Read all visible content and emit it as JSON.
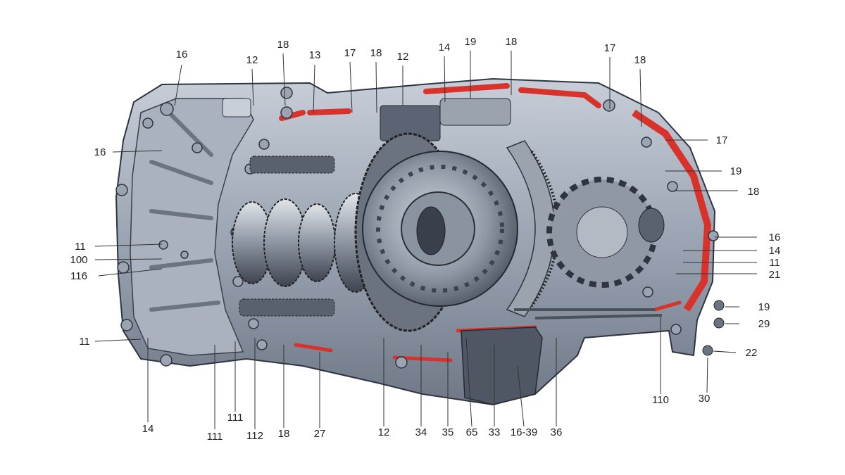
{
  "colors": {
    "housing_light": "#b9c1cc",
    "housing_mid": "#8d97a5",
    "housing_dark": "#5b6472",
    "steel": "#9aa3ae",
    "gear_dark": "#3f4652",
    "highlight_red": "#d8322b",
    "label_text": "#222222",
    "leader_line": "#333333"
  },
  "callouts": {
    "top": [
      "16",
      "12",
      "18",
      "13",
      "17",
      "18",
      "12",
      "14",
      "19",
      "18",
      "17",
      "18"
    ],
    "left": [
      "16",
      "11",
      "100",
      "116",
      "11"
    ],
    "right": [
      "17",
      "19",
      "18",
      "16",
      "14",
      "11",
      "21",
      "19",
      "29",
      "22",
      "110",
      "30"
    ],
    "bottom": [
      "14",
      "111",
      "111",
      "112",
      "18",
      "27",
      "12",
      "34",
      "35",
      "65",
      "33",
      "16-39",
      "36"
    ]
  }
}
